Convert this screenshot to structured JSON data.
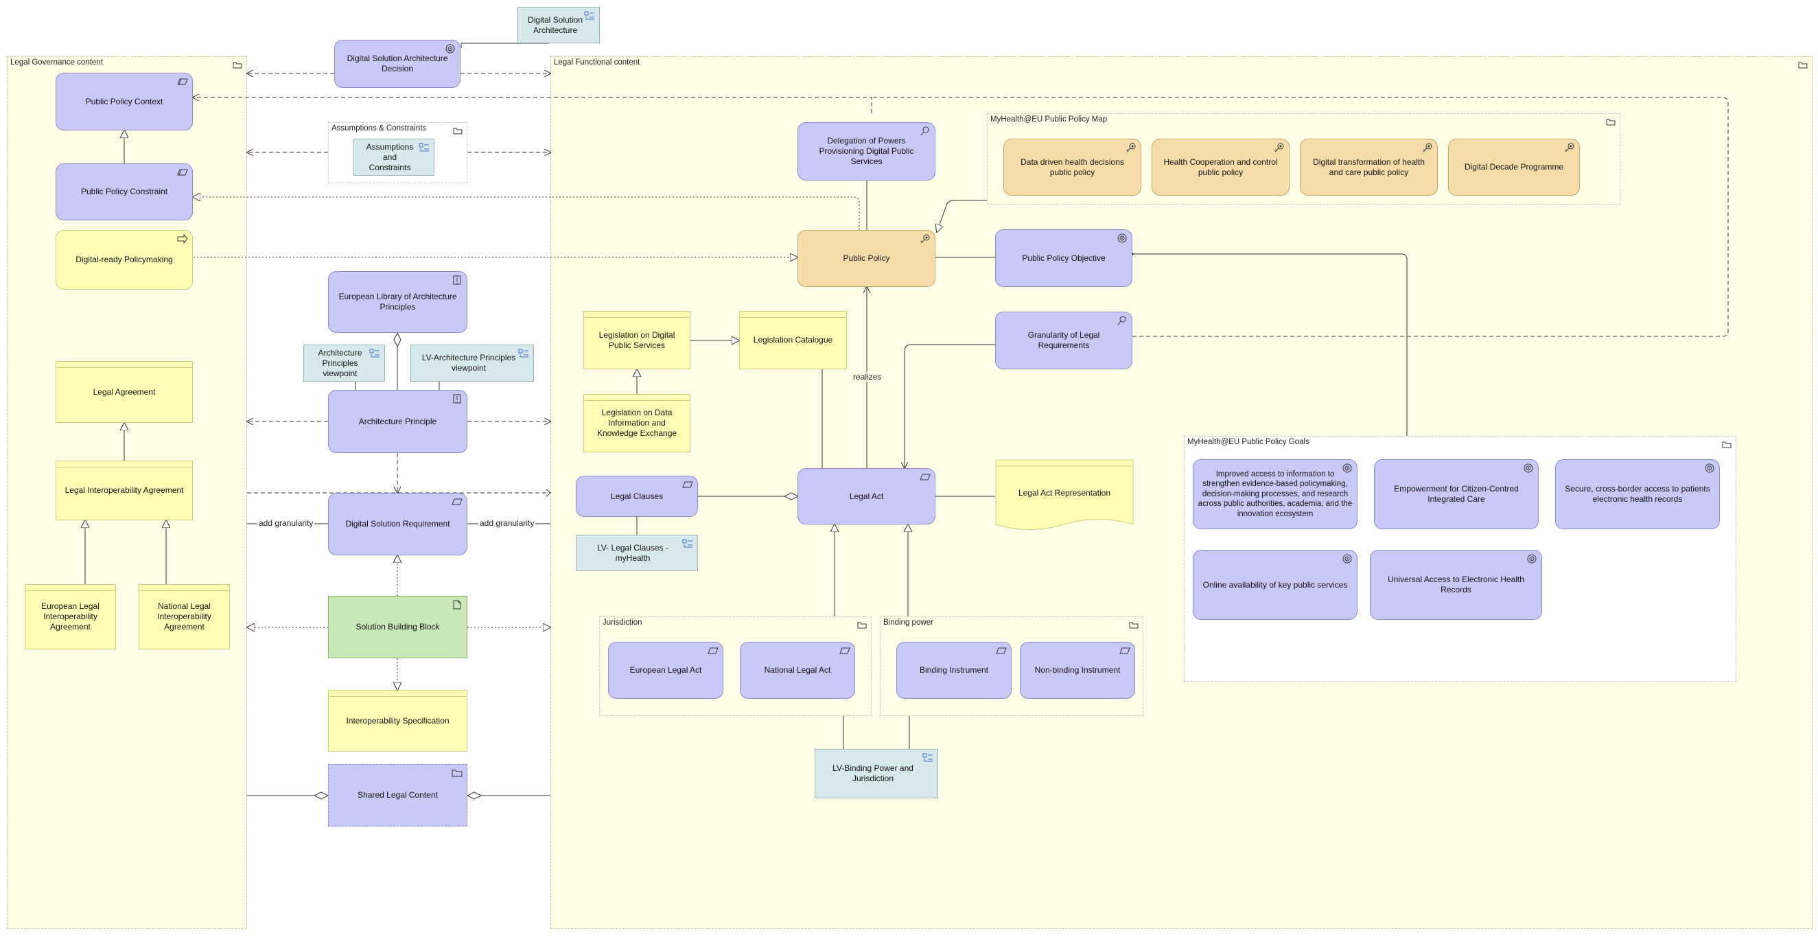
{
  "groups": {
    "legal_governance": "Legal Governance content",
    "legal_functional": "Legal Functional content",
    "assumptions": "Assumptions & Constraints",
    "policy_map": "MyHealth@EU Public Policy Map",
    "policy_goals": "MyHealth@EU Public Policy Goals",
    "jurisdiction": "Jurisdiction",
    "binding_power": "Binding power"
  },
  "nodes": {
    "digital_solution_architecture": "Digital Solution Architecture",
    "dsa_decision": "Digital Solution Architecture Decision",
    "public_policy_context": "Public Policy Context",
    "public_policy_constraint": "Public Policy Constraint",
    "digital_ready_policymaking": "Digital-ready Policymaking",
    "legal_agreement": "Legal Agreement",
    "legal_interop_agreement": "Legal Interoperability Agreement",
    "european_legal_interop_agreement": "European Legal Interoperability Agreement",
    "national_legal_interop_agreement": "National Legal Interoperability Agreement",
    "assumptions_constraints": "Assumptions and Constraints",
    "elap": "European Library of Architecture Principles",
    "architecture_principles_viewpoint": "Architecture Principles viewpoint",
    "lv_architecture_principles_viewpoint": "LV-Architecture Principles viewpoint",
    "architecture_principle": "Architecture Principle",
    "digital_solution_requirement": "Digital Solution Requirement",
    "solution_building_block": "Solution Building Block",
    "interoperability_specification": "Interoperability Specification",
    "shared_legal_content": "Shared Legal Content",
    "delegation_of_powers": "Delegation of Powers Provisioning Digital Public Services",
    "public_policy": "Public Policy",
    "public_policy_objective": "Public Policy Objective",
    "granularity_legal_requirements": "Granularity of Legal Requirements",
    "legislation_digital_public_services": "Legislation on Digital Public Services",
    "legislation_catalogue": "Legislation Catalogue",
    "legislation_data_info": "Legislation on Data Information and Knowledge Exchange",
    "legal_clauses": "Legal Clauses",
    "lv_legal_clauses": "LV- Legal Clauses - myHealth",
    "legal_act": "Legal Act",
    "legal_act_representation": "Legal Act Representation",
    "european_legal_act": "European Legal Act",
    "national_legal_act": "National Legal Act",
    "binding_instrument": "Binding Instrument",
    "non_binding_instrument": "Non-binding Instrument",
    "lv_binding_power": "LV-Binding Power and Jurisdiction",
    "data_driven_health": "Data driven health decisions public policy",
    "health_cooperation": "Health Cooperation and control public policy",
    "digital_transformation": "Digital transformation of health and care public policy",
    "digital_decade": "Digital Decade Programme",
    "improved_access": "Improved access to information to strengthen evidence-based policymaking, decision-making processes, and research across public authorities, academia, and the innovation ecosystem",
    "empowerment": "Empowerment for Citizen-Centred Integrated Care",
    "secure_access": "Secure, cross-border access to patients electronic health records",
    "online_availability": "Online availability of key public services",
    "universal_access": "Universal Access to Electronic Health Records"
  },
  "edge_labels": {
    "add_granularity_left": "add granularity",
    "add_granularity_right": "add granularity",
    "realizes": "realizes"
  },
  "colors": {
    "purple_fill": "#c9c9f8",
    "orange_fill": "#f5dca9",
    "yellow_fill": "#ffffb5",
    "green_fill": "#c9e8b8",
    "teal_fill": "#d8e9ec",
    "group_fill": "#fffee6"
  }
}
